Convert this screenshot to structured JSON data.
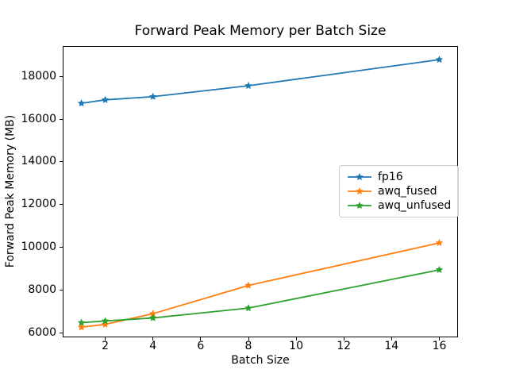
{
  "chart_data": {
    "type": "line",
    "title": "Forward Peak Memory per Batch Size",
    "xlabel": "Batch Size",
    "ylabel": "Forward Peak Memory (MB)",
    "x": [
      1,
      2,
      4,
      8,
      16
    ],
    "series": [
      {
        "name": "fp16",
        "color": "#1f77b4",
        "values": [
          16740,
          16900,
          17050,
          17560,
          18780
        ]
      },
      {
        "name": "awq_fused",
        "color": "#ff7f0e",
        "values": [
          6270,
          6400,
          6900,
          8220,
          10210
        ]
      },
      {
        "name": "awq_unfused",
        "color": "#2ca02c",
        "values": [
          6480,
          6560,
          6700,
          7160,
          8950
        ]
      }
    ],
    "marker": "star",
    "xlim": [
      0.25,
      16.75
    ],
    "ylim": [
      5830,
      19380
    ],
    "xticks": [
      2,
      4,
      6,
      8,
      10,
      12,
      14,
      16
    ],
    "yticks": [
      6000,
      8000,
      10000,
      12000,
      14000,
      16000,
      18000
    ],
    "grid": false,
    "legend_position": "center right",
    "axis_color": "#000000",
    "background_color": "#ffffff"
  }
}
